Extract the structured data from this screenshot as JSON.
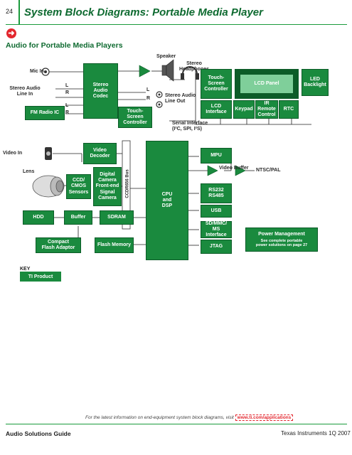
{
  "page_number": "24",
  "title": "System Block Diagrams: Portable Media Player",
  "subtitle": "Audio for Portable Media Players",
  "icons": {
    "nav_arrow": "arrow-right-circle-icon"
  },
  "colors": {
    "brand_green": "#1a8a3e",
    "dark_green": "#0c5c28",
    "accent_red": "#e3272e"
  },
  "diagram": {
    "top": {
      "speaker": "Speaker",
      "stereo_headphones": "Stereo\nHeadphones",
      "mic_in": "Mic In",
      "stereo_audio_line_in": "Stereo Audio\nLine In",
      "fm_radio_ic": "FM Radio IC",
      "l1": "L",
      "r1": "R",
      "l2": "L",
      "r2": "R",
      "stereo_audio_codec": "Stereo\nAudio\nCodec",
      "l3": "L",
      "r3": "R",
      "touch_screen_controller_1": "Touch-Screen\nController",
      "stereo_audio_line_out": "Stereo Audio\nLine Out",
      "serial_interface": "Serial Interface\n(I²C, SPI, I²S)",
      "touch_screen_controller_2": "Touch-\nScreen\nController",
      "lcd_panel": "LCD Panel",
      "led_backlight": "LED\nBacklight",
      "lcd_interface": "LCD\nInterface",
      "keypad": "Keypad",
      "ir_remote_control": "IR Remote\nControl",
      "rtc": "RTC"
    },
    "middle": {
      "video_in": "Video In",
      "lens": "Lens",
      "video_decoder": "Video\nDecoder",
      "ccd_cmos_sensors": "CCD/\nCMOS\nSensors",
      "digital_camera_front_end": "Digital\nCamera\nFront-end\nSignal\nCamera",
      "ccdr656_bus": "CCDR656 Bus",
      "cpu_and_dsp": "CPU\nand\nDSP",
      "mpu": "MPU",
      "video_buffer": "Video Buffer",
      "ntsc_pal": "NTSC/PAL",
      "rs232_rs485": "RS232\nRS485",
      "usb": "USB",
      "sd_mmc_ms_interface": "SD/MMC/\nMS Interface",
      "jtag": "JTAG"
    },
    "bottom": {
      "hdd": "HDD",
      "buffer": "Buffer",
      "sdram": "SDRAM",
      "compact_flash_adaptor": "Compact\nFlash Adaptor",
      "flash_memory": "Flash Memory",
      "power_management": "Power Management",
      "power_note": "See complete portable\npower solutions on page 27"
    }
  },
  "key": {
    "label": "KEY",
    "ti_product": "TI Product"
  },
  "footnote": {
    "text": "For the latest information on end-equipment system block diagrams, visit",
    "url": "www.ti.com/applications"
  },
  "footer": {
    "left": "Audio Solutions Guide",
    "right": "Texas Instruments   1Q 2007"
  }
}
